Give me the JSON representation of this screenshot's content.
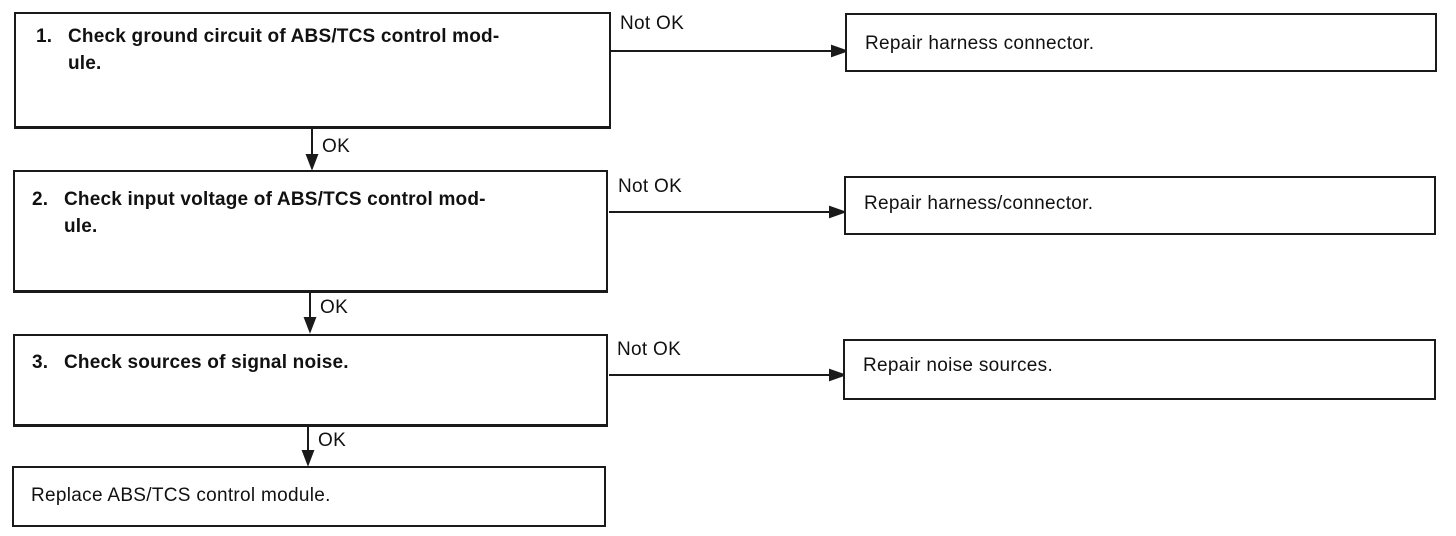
{
  "steps": [
    {
      "number": "1.",
      "line1": "Check ground circuit of ABS/TCS control mod-",
      "line2": "ule."
    },
    {
      "number": "2.",
      "line1": "Check input voltage of ABS/TCS control mod-",
      "line2": "ule."
    },
    {
      "number": "3.",
      "line1": "Check sources of signal noise.",
      "line2": ""
    }
  ],
  "final_box": "Replace ABS/TCS control module.",
  "repairs": [
    "Repair harness connector.",
    "Repair harness/connector.",
    "Repair noise sources."
  ],
  "labels": {
    "not_ok": "Not OK",
    "ok": "OK"
  }
}
